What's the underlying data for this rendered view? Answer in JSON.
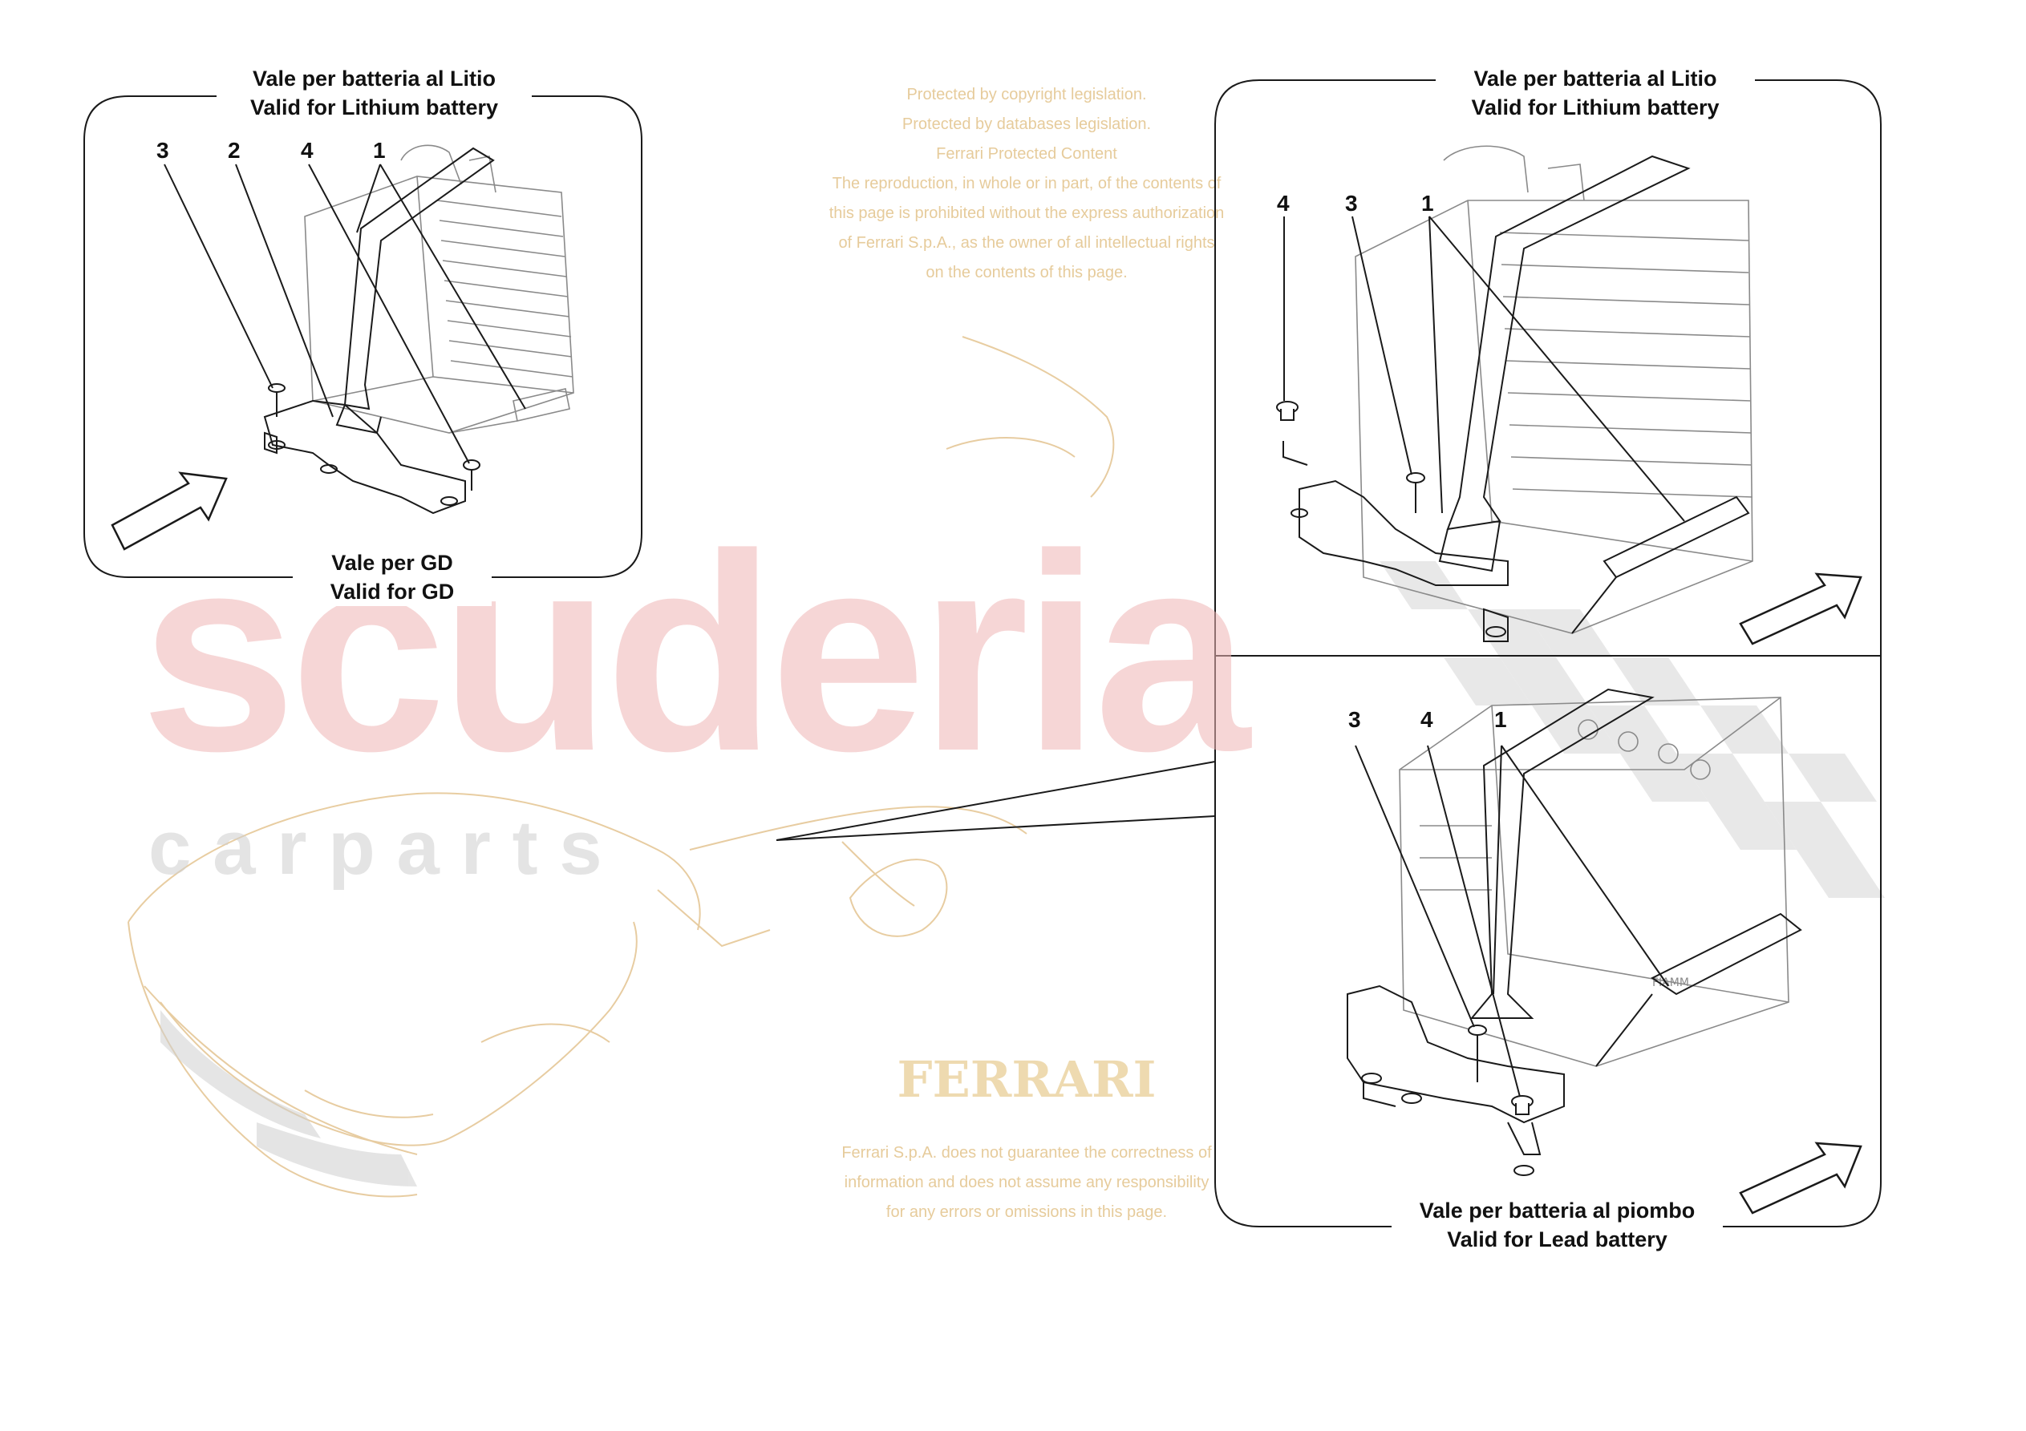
{
  "panels": {
    "top_left": {
      "title_top": [
        "Vale per batteria al Litio",
        "Valid for Lithium battery"
      ],
      "title_bottom": [
        "Vale per GD",
        "Valid for GD"
      ],
      "callouts": [
        "3",
        "2",
        "4",
        "1"
      ]
    },
    "top_right": {
      "title_top": [
        "Vale per batteria al Litio",
        "Valid for Lithium battery"
      ],
      "callouts": [
        "4",
        "3",
        "1"
      ]
    },
    "bottom_right": {
      "title_bottom": [
        "Vale per batteria al piombo",
        "Valid for Lead battery"
      ],
      "callouts": [
        "3",
        "4",
        "1"
      ]
    }
  },
  "watermark": {
    "brand_main": "scuderia",
    "brand_sub": "c a r p a r t s",
    "logo_text": "FERRARI",
    "copyright_block_top": [
      "Protected by copyright legislation.",
      "Protected by databases legislation.",
      "Ferrari Protected Content",
      "The reproduction, in whole or in part, of the contents of",
      "this page is prohibited without the express authorization",
      "of Ferrari S.p.A., as the owner of all intellectual rights",
      "on the contents of this page."
    ],
    "copyright_block_bottom": [
      "Ferrari S.p.A. does not guarantee the correctness of",
      "information and does not assume any responsibility",
      "for any errors or omissions in this page."
    ]
  },
  "colors": {
    "line": "#1a1a1a",
    "part_outline": "#8a8a8a",
    "faded_car": "#e2c08a",
    "brand_red": "#f0b6b6",
    "brand_grey": "#cfcfcf",
    "checker": "#d9d9d9"
  }
}
